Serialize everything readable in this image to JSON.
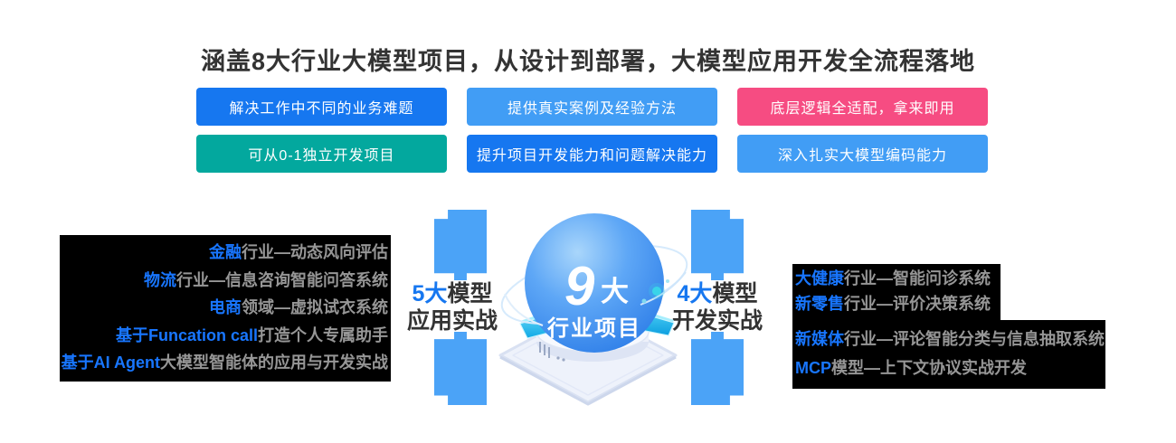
{
  "title": {
    "text": "涵盖8大行业大模型项目，从设计到部署，大模型应用开发全流程落地",
    "color": "#333333"
  },
  "feature_pills": {
    "items": [
      {
        "label": "解决工作中不同的业务难题",
        "bg": "#1677f0"
      },
      {
        "label": "提供真实案例及经验方法",
        "bg": "#419df5"
      },
      {
        "label": "底层逻辑全适配，拿来即用",
        "bg": "#f64c82"
      },
      {
        "label": "可从0-1独立开发项目",
        "bg": "#03a89e"
      },
      {
        "label": "提升项目开发能力和问题解决能力",
        "bg": "#1677f0"
      },
      {
        "label": "深入扎实大模型编码能力",
        "bg": "#419df5"
      }
    ]
  },
  "left_projects": {
    "items": [
      {
        "highlight": "金融",
        "rest": "行业—动态风向评估"
      },
      {
        "highlight": "物流",
        "rest": "行业—信息咨询智能问答系统"
      },
      {
        "highlight": "电商",
        "rest": "领域—虚拟试衣系统"
      },
      {
        "highlight": "基于Funcation call",
        "rest": "打造个人专属助手"
      },
      {
        "highlight": "基于AI Agent",
        "rest": "大模型智能体的应用与开发实战"
      }
    ]
  },
  "right_projects": {
    "items": [
      {
        "highlight": "大健康",
        "rest": "行业—智能问诊系统"
      },
      {
        "highlight": "新零售",
        "rest": "行业—评价决策系统"
      },
      {
        "highlight": "新媒体",
        "rest": "行业—评论智能分类与信息抽取系统"
      },
      {
        "highlight": "MCP",
        "rest": "模型—上下文协议实战开发"
      }
    ]
  },
  "center": {
    "sphere_number": "9",
    "sphere_number_unit": "大",
    "sphere_label": "行业项目",
    "left_stat": {
      "count": "5大",
      "line1_rest": "模型",
      "line2": "应用实战"
    },
    "right_stat": {
      "count": "4大",
      "line1_rest": "模型",
      "line2": "开发实战"
    }
  },
  "colors": {
    "accent_blue": "#1677f0",
    "light_blue": "#419df5",
    "pink": "#f64c82",
    "teal": "#03a89e",
    "highlight_blue": "#1876ff",
    "pillar_blue": "#4ba3f7",
    "list_bg": "#000000",
    "list_text": "#969696",
    "title_text": "#333333"
  }
}
